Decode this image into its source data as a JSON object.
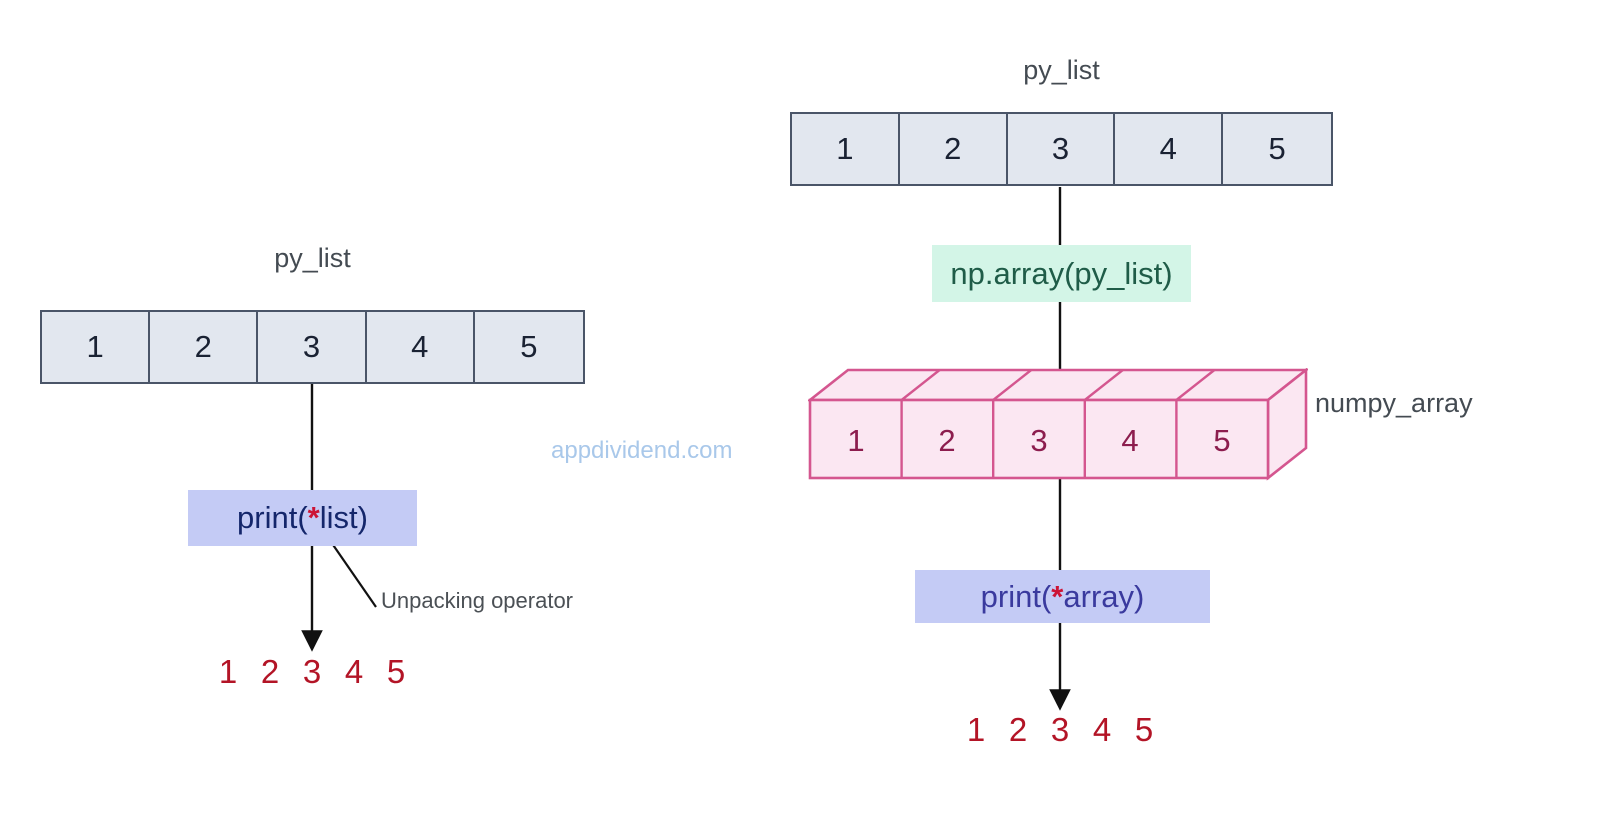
{
  "watermark": "appdividend.com",
  "left_panel": {
    "list_label": "py_list",
    "list_values": [
      "1",
      "2",
      "3",
      "4",
      "5"
    ],
    "code": {
      "prefix": "print(",
      "star": "*",
      "suffix": "list)"
    },
    "annotation": "Unpacking operator",
    "output": [
      "1",
      "2",
      "3",
      "4",
      "5"
    ]
  },
  "right_panel": {
    "list_label": "py_list",
    "list_values": [
      "1",
      "2",
      "3",
      "4",
      "5"
    ],
    "convert_code": "np.array(py_list)",
    "array_label": "numpy_array",
    "array_values": [
      "1",
      "2",
      "3",
      "4",
      "5"
    ],
    "code": {
      "prefix": "print(",
      "star": "*",
      "suffix": "array)"
    },
    "output": [
      "1",
      "2",
      "3",
      "4",
      "5"
    ]
  },
  "colors": {
    "list_fill": "#e2e7ef",
    "list_stroke": "#4a5568",
    "lavender_box": "#c4cbf5",
    "mint_box": "#d3f5e7",
    "numpy_stroke": "#d4568f",
    "numpy_fill": "#fbe7f2",
    "numpy_text": "#8c1d4e",
    "output_red": "#b31426",
    "star_red": "#cc1436",
    "watermark": "#a9c8ea"
  }
}
